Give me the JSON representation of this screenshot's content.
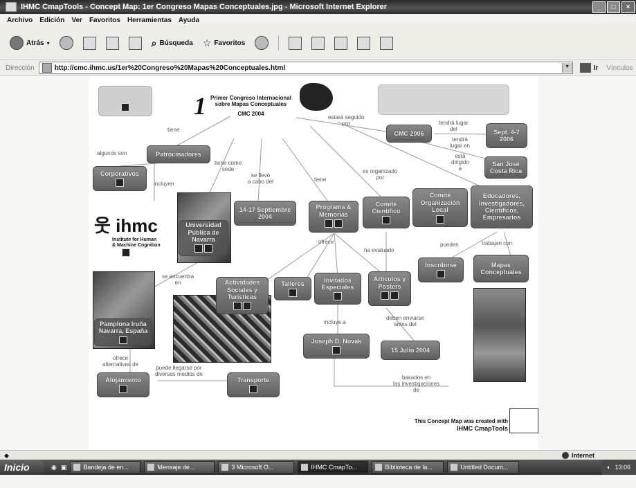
{
  "window": {
    "title": "IHMC CmapTools - Concept Map: 1er Congreso Mapas Conceptuales.jpg - Microsoft Internet Explorer"
  },
  "menu": [
    "Archivo",
    "Edición",
    "Ver",
    "Favoritos",
    "Herramientas",
    "Ayuda"
  ],
  "toolbar": {
    "back_label": "Atrás",
    "search_label": "Búsqueda",
    "favorites_label": "Favoritos"
  },
  "address": {
    "label": "Dirección",
    "url": "http://cmc.ihmc.us/1er%20Congreso%20Mapas%20Conceptuales.html",
    "go_label": "Ir",
    "links_label": "Vínculos"
  },
  "map": {
    "header": {
      "number": "1",
      "line1": "Primer Congreso Internacional",
      "line2": "sobre Mapas Conceptuales",
      "line3": "CMC 2004"
    },
    "nodes": {
      "patrocinadores": "Patrocinadores",
      "corporativos": "Corporativos",
      "universidad": "Universidad Pública de Navarra",
      "pamplona": "Pamplona Iruña Navarra, España",
      "alojamiento": "Alojamiento",
      "transporte": "Transporte",
      "fechas": "14-17 Septiembre 2004",
      "programa": "Programa & Memorias",
      "comite_cientifico": "Comité Científico",
      "comite_local": "Comité Organización Local",
      "educadores": "Educadores, Investigadores, Científicos, Empresarios",
      "cmc2006": "CMC 2006",
      "sept2006": "Sept. 4-7 2006",
      "sanjose": "San José Costa Rica",
      "actividades": "Actividades Sociales y Turísticas",
      "talleres": "Talleres",
      "invitados": "Invitados Especiales",
      "articulos": "Artículos y Posters",
      "inscribirse": "Inscribirse",
      "mapas": "Mapas Conceptuales",
      "novak": "Joseph D. Novak",
      "julio": "15 Julio 2004"
    },
    "edges": {
      "tiene": "tiene",
      "algunos_son": "algunos son",
      "incluyen": "incluyen",
      "tiene_como_sede": "tiene como\nsede",
      "se_llevo": "se llevó\na cabo del",
      "tiene2": "tiene",
      "estara_seguido": "estará seguido\npor",
      "tendra_lugar_del": "tendrá lugar\ndel",
      "tendra_lugar_en": "tendrá\nlugar en",
      "es_organizado": "es organizado\npor",
      "esta_dirigido": "está\ndirigido\na",
      "ofrece": "ofrece",
      "ha_evaluado": "ha evaluado",
      "pueden": "pueden",
      "trabajan_con": "trabajan con",
      "se_encuentra": "se encuentra\nen",
      "incluye_a": "incluye a",
      "deben_enviarse": "deben enviarse\nantes del",
      "ofrece_alternativas": "ofrece\nalternativas de",
      "puede_llegarse": "puede llegarse por\ndiversos medios de",
      "basados_en": "basados en\nlas investigaciones\nde"
    },
    "logo": {
      "name": "ihmc",
      "subtitle": "Institute for Human\n& Machine Cognition"
    },
    "credit": {
      "line1": "This Concept Map was created with",
      "line2": "IHMC CmapTools"
    }
  },
  "status": {
    "zone": "Internet"
  },
  "taskbar": {
    "start": "Inicio",
    "tasks": [
      "Bandeja de en...",
      "Mensaje de...",
      "3 Microsoft O...",
      "IHMC CmapTo...",
      "Biblioteca de la...",
      "Untitled Docum..."
    ],
    "clock": "13:06"
  }
}
